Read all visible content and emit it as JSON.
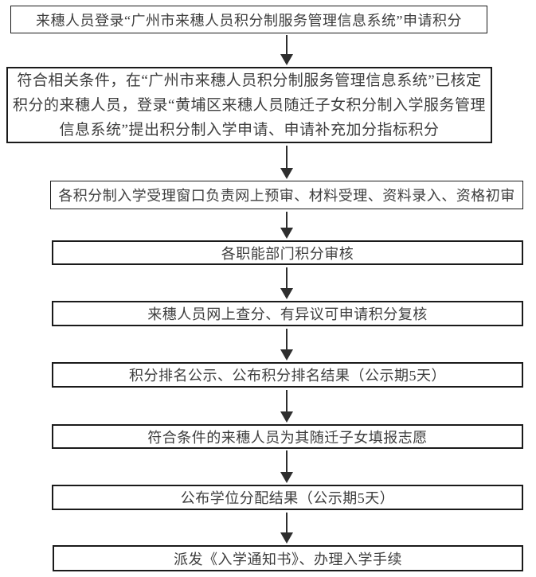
{
  "diagram": {
    "type": "flowchart",
    "direction": "top-down",
    "background_color": "#ffffff",
    "box_border_color": "#1a1a1a",
    "text_color": "#3d3d3d",
    "arrow_color": "#2e2e2e",
    "steps": [
      {
        "lines": [
          "来穗人员登录“广州市来穗人员积分制服务管理信息系统”申请积分"
        ]
      },
      {
        "lines": [
          "符合相关条件，在“广州市来穗人员积分制服务管理信息系统”已核定",
          "积分的来穗人员，登录“黄埔区来穗人员随迁子女积分制入学服务管理",
          "信息系统”提出积分制入学申请、申请补充加分指标积分"
        ]
      },
      {
        "lines": [
          "各积分制入学受理窗口负责网上预审、材料受理、资料录入、资格初审"
        ]
      },
      {
        "lines": [
          "各职能部门积分审核"
        ]
      },
      {
        "lines": [
          "来穗人员网上查分、有异议可申请积分复核"
        ]
      },
      {
        "lines": [
          "积分排名公示、公布积分排名结果（公示期5天）"
        ]
      },
      {
        "lines": [
          "符合条件的来穗人员为其随迁子女填报志愿"
        ]
      },
      {
        "lines": [
          "公布学位分配结果（公示期5天）"
        ]
      },
      {
        "lines": [
          "派发《入学通知书》、办理入学手续"
        ]
      }
    ]
  }
}
